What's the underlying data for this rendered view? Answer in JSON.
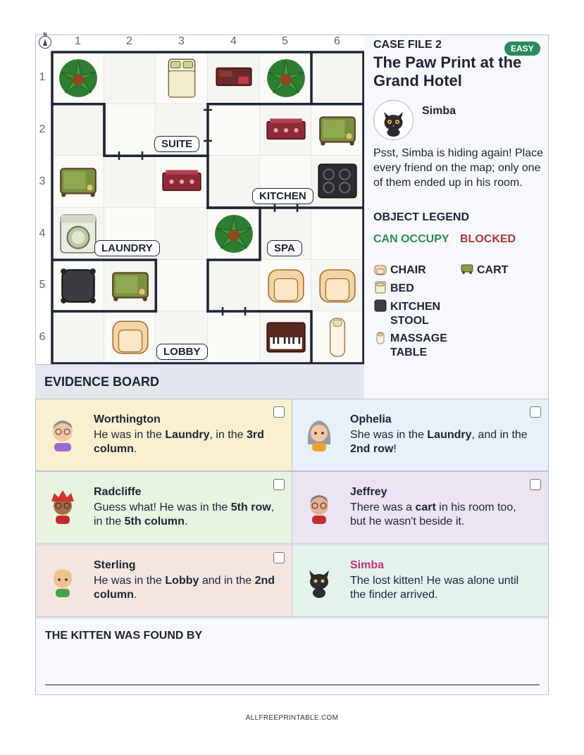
{
  "grid": {
    "col_labels": [
      "1",
      "2",
      "3",
      "4",
      "5",
      "6"
    ],
    "row_labels": [
      "1",
      "2",
      "3",
      "4",
      "5",
      "6"
    ],
    "compass_letter": "N",
    "rooms": {
      "suite": "SUITE",
      "kitchen": "KITCHEN",
      "laundry": "LAUNDRY",
      "spa": "SPA",
      "lobby": "LOBBY"
    },
    "objects": [
      {
        "row": 1,
        "col": 1,
        "icon": "plant-icon"
      },
      {
        "row": 1,
        "col": 3,
        "icon": "bed-icon"
      },
      {
        "row": 1,
        "col": 4,
        "icon": "dresser-icon"
      },
      {
        "row": 1,
        "col": 5,
        "icon": "plant-icon"
      },
      {
        "row": 2,
        "col": 5,
        "icon": "kitchen-counter-icon"
      },
      {
        "row": 2,
        "col": 6,
        "icon": "cart-icon"
      },
      {
        "row": 3,
        "col": 1,
        "icon": "cart-icon"
      },
      {
        "row": 3,
        "col": 3,
        "icon": "kitchen-counter-icon"
      },
      {
        "row": 3,
        "col": 6,
        "icon": "stove-icon"
      },
      {
        "row": 4,
        "col": 1,
        "icon": "washing-machine-icon"
      },
      {
        "row": 4,
        "col": 4,
        "icon": "plant-icon"
      },
      {
        "row": 5,
        "col": 1,
        "icon": "kitchen-stool-icon"
      },
      {
        "row": 5,
        "col": 2,
        "icon": "cart-icon"
      },
      {
        "row": 5,
        "col": 5,
        "icon": "chair-icon"
      },
      {
        "row": 5,
        "col": 6,
        "icon": "chair-icon"
      },
      {
        "row": 6,
        "col": 2,
        "icon": "chair-icon"
      },
      {
        "row": 6,
        "col": 5,
        "icon": "piano-icon"
      },
      {
        "row": 6,
        "col": 6,
        "icon": "massage-table-icon"
      }
    ]
  },
  "header": {
    "case_file": "CASE FILE 2",
    "difficulty": "EASY",
    "title": "The Paw Print at the Grand Hotel",
    "kitten_name": "Simba",
    "intro": "Psst, Simba is hiding again! Place every friend on the map; only one of them ended up in his room."
  },
  "legend": {
    "title": "OBJECT LEGEND",
    "can_occupy": "CAN OCCUPY",
    "blocked": "BLOCKED",
    "items": {
      "chair": "CHAIR",
      "cart": "CART",
      "bed": "BED",
      "kitchen_stool": "KITCHEN STOOL",
      "massage_table": "MASSAGE TABLE"
    }
  },
  "evidence": {
    "title": "EVIDENCE BOARD",
    "cards": {
      "worthington": {
        "name": "Worthington",
        "t1": "He was in the ",
        "b1": "Laundry",
        "t2": ", in the ",
        "b2": "3rd column",
        "t3": "."
      },
      "ophelia": {
        "name": "Ophelia",
        "t1": "She was in the ",
        "b1": "Laundry",
        "t2": ", and in the ",
        "b2": "2nd row",
        "t3": "!"
      },
      "radcliffe": {
        "name": "Radcliffe",
        "t1": "Guess what! He was in the ",
        "b1": "5th row",
        "t2": ", in the ",
        "b2": "5th column",
        "t3": "."
      },
      "jeffrey": {
        "name": "Jeffrey",
        "t1": "There was a ",
        "b1": "cart",
        "t2": " in his room too, but he wasn't beside it."
      },
      "sterling": {
        "name": "Sterling",
        "t1": "He was in the ",
        "b1": "Lobby",
        "t2": " and in the ",
        "b2": "2nd column",
        "t3": "."
      },
      "simba": {
        "name": "Simba",
        "t1": "The lost kitten! He was alone until the finder arrived."
      }
    }
  },
  "answer": {
    "title": "THE KITTEN WAS FOUND BY",
    "value": ""
  },
  "footer": "ALLFREEPRINTABLE.COM",
  "colors": {
    "ink": "#1c2436",
    "can_occupy": "#2f8a4e",
    "blocked": "#b03535",
    "easy_badge": "#2b8a5e",
    "simba_name": "#c2327a",
    "card_worthington": "#f8f0cf",
    "card_ophelia": "#e6f1f9",
    "card_radcliffe": "#e8f3e0",
    "card_jeffrey": "#ece4f3",
    "card_sterling": "#f3e6e0",
    "card_simba": "#e4f2ec"
  }
}
